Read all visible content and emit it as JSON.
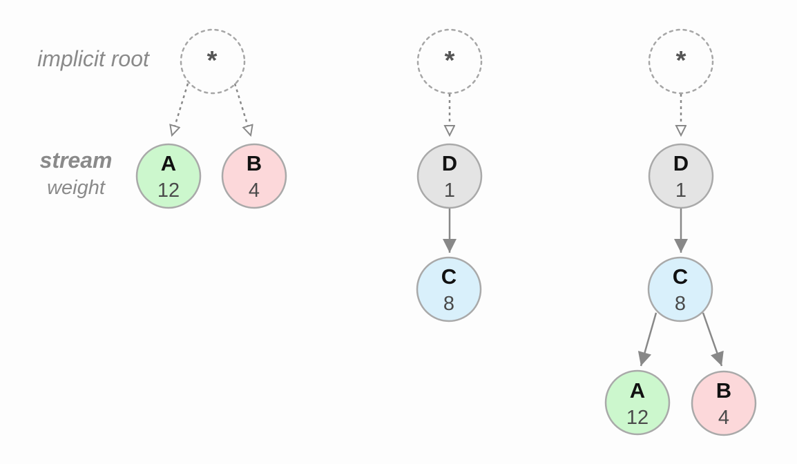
{
  "legend": {
    "root_label": "implicit root",
    "stream_label": "stream",
    "weight_label": "weight"
  },
  "root_symbol": "*",
  "colors": {
    "root_stroke": "#a6a6a6",
    "node_stroke": "#a9a9a9",
    "edge": "#888888",
    "A": "#ccf7cd",
    "B": "#fcd8da",
    "C": "#d9f0fb",
    "D": "#e4e4e4"
  },
  "trees": [
    {
      "id": "tree-1",
      "nodes": [
        {
          "id": "A",
          "label": "A",
          "weight": "12"
        },
        {
          "id": "B",
          "label": "B",
          "weight": "4"
        }
      ]
    },
    {
      "id": "tree-2",
      "nodes": [
        {
          "id": "D",
          "label": "D",
          "weight": "1"
        },
        {
          "id": "C",
          "label": "C",
          "weight": "8"
        }
      ]
    },
    {
      "id": "tree-3",
      "nodes": [
        {
          "id": "D",
          "label": "D",
          "weight": "1"
        },
        {
          "id": "C",
          "label": "C",
          "weight": "8"
        },
        {
          "id": "A",
          "label": "A",
          "weight": "12"
        },
        {
          "id": "B",
          "label": "B",
          "weight": "4"
        }
      ]
    }
  ]
}
